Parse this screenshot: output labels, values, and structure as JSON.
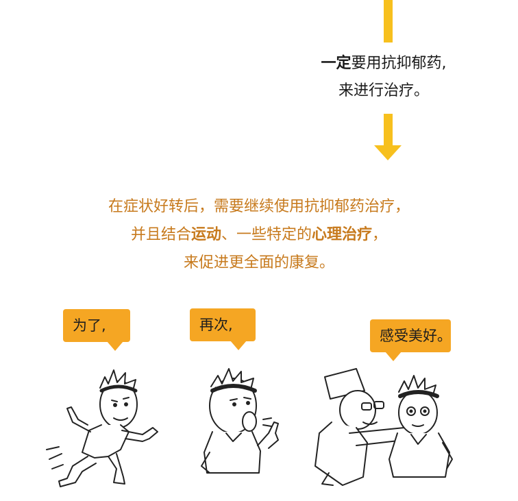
{
  "flow": {
    "line1_bold": "一定",
    "line1_rest": "要用抗抑郁药,",
    "line2": "来进行治疗。"
  },
  "advice": {
    "line1": "在症状好转后，需要继续使用抗抑郁药治疗，",
    "line2_a": "并且结合",
    "line2_b": "运动",
    "line2_c": "、一些特定的",
    "line2_d": "心理治疗",
    "line2_e": "，",
    "line3": "来促进更全面的康复。"
  },
  "bubbles": {
    "first": "为了,",
    "second": "再次,",
    "third": "感受美好。"
  },
  "colors": {
    "arrow": "#f7c01e",
    "bubble": "#f5a623",
    "advice_text": "#c77a1d"
  }
}
